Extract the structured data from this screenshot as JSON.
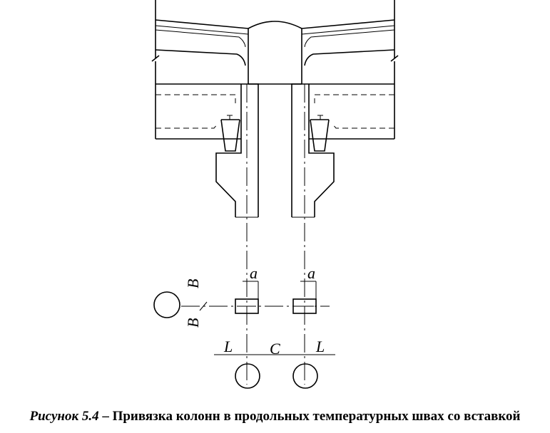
{
  "labels": {
    "b_upper": "B",
    "b_lower": "B",
    "a_left": "a",
    "a_right": "a",
    "l_left": "L",
    "c_middle": "C",
    "l_right": "L"
  },
  "caption": {
    "figure": "Рисунок 5.4",
    "text": "– Привязка колонн в продольных температурных швах со вставкой"
  }
}
